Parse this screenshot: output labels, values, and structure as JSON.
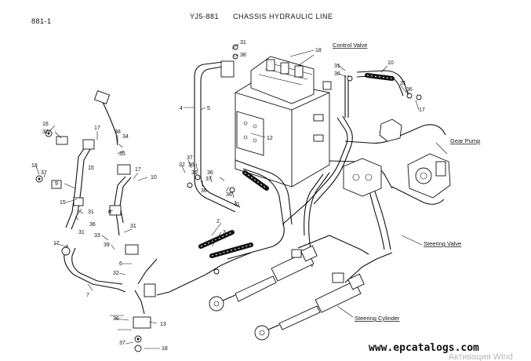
{
  "page_code": "881-1",
  "header": {
    "model": "YJ5-881",
    "title": "CHASSIS HYDRAULIC LINE"
  },
  "components": {
    "control_valve": "Control Valve",
    "gear_pump": "Gear Pump",
    "steering_valve": "Steering Valve",
    "steering_cylinder": "Steering Cylinder"
  },
  "callouts": [
    "31",
    "38",
    "18",
    "31",
    "36",
    "10",
    "31",
    "36",
    "17",
    "4",
    "5",
    "12",
    "16",
    "37",
    "15",
    "17",
    "38",
    "34",
    "35",
    "17",
    "10",
    "32",
    "37",
    "36",
    "31",
    "36",
    "37",
    "36",
    "36",
    "31",
    "18",
    "37",
    "9",
    "15",
    "31",
    "36",
    "8",
    "2",
    "3",
    "17",
    "31",
    "33",
    "39",
    "31",
    "6",
    "32",
    "7",
    "13",
    "36",
    "37",
    "18"
  ],
  "footer": {
    "website": "www.epcatalogs.com",
    "watermark": "Активация Wind"
  },
  "colors": {
    "ink": "#111111",
    "paper": "#ffffff",
    "watermark": "#b8b8b8"
  }
}
